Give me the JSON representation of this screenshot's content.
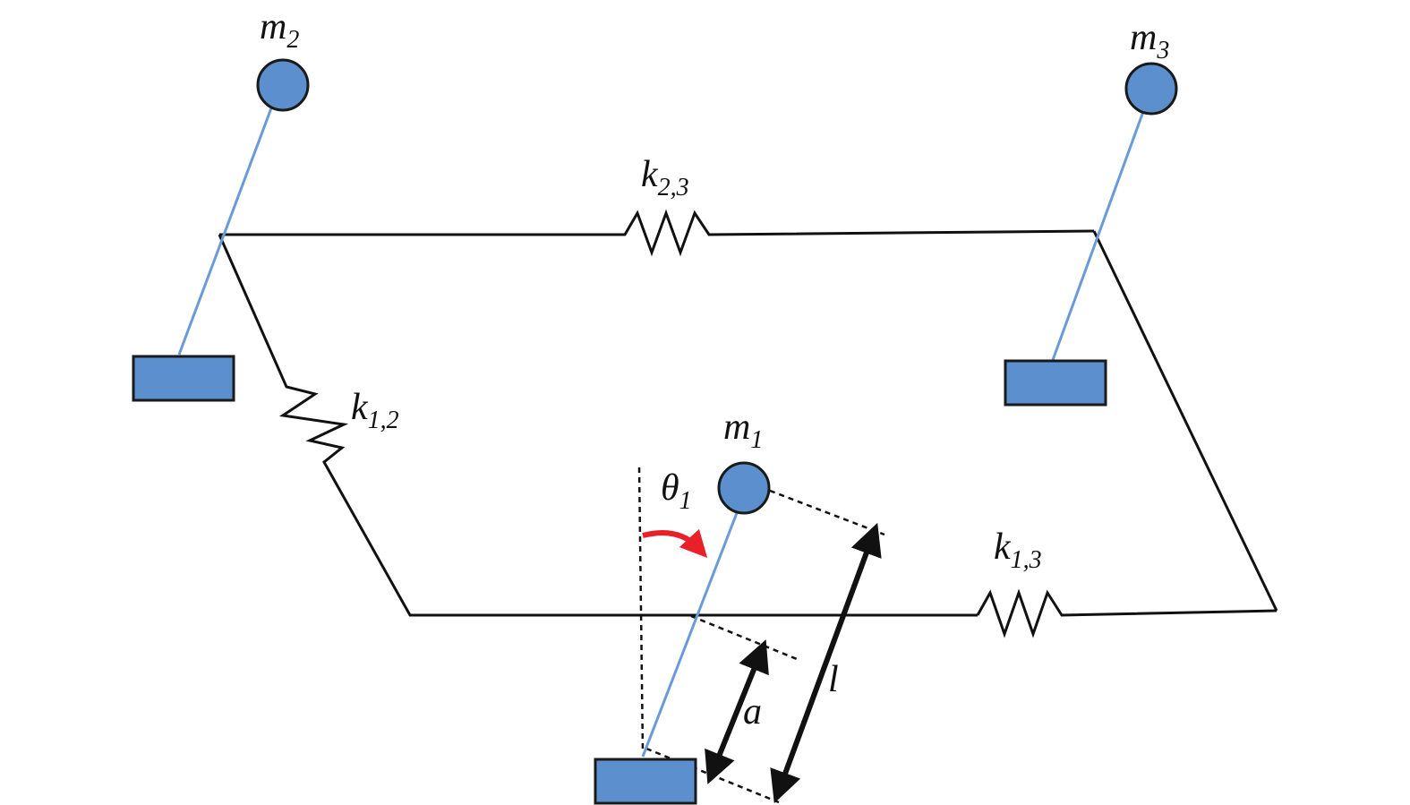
{
  "colors": {
    "mass": "#5b8fcd",
    "rod": "#6a9ad8",
    "outline": "#1a1a1a",
    "line": "#111111",
    "rotation_arrow": "#e8202a"
  },
  "labels": {
    "m2": {
      "main": "m",
      "sub": "2"
    },
    "m3": {
      "main": "m",
      "sub": "3"
    },
    "m1": {
      "main": "m",
      "sub": "1"
    },
    "k23": {
      "main": "k",
      "sub": "2,3"
    },
    "k12": {
      "main": "k",
      "sub": "1,2"
    },
    "k13": {
      "main": "k",
      "sub": "1,3"
    },
    "theta1": {
      "main": "θ",
      "sub": "1"
    },
    "l": "l",
    "a": "a"
  }
}
